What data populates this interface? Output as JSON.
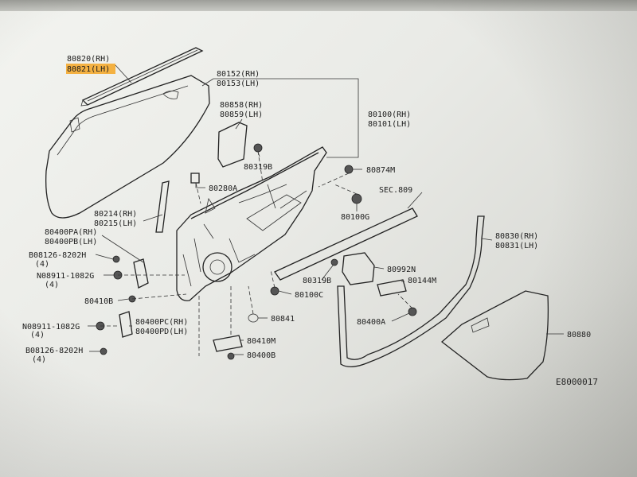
{
  "diagram_code": "E8000017",
  "highlight_color": "#f5a623",
  "labels": {
    "l80820": "80820(RH)",
    "l80821": "80821(LH)",
    "l80152": "80152(RH)",
    "l80153": "80153(LH)",
    "l80858": "80858(RH)",
    "l80859": "80859(LH)",
    "l80100": "80100(RH)",
    "l80101": "80101(LH)",
    "l80319B_a": "80319B",
    "l80874M": "80874M",
    "l80280A": "80280A",
    "lsec809": "SEC.809",
    "l80100G": "80100G",
    "l80214": "80214(RH)",
    "l80215": "80215(LH)",
    "l80830": "80830(RH)",
    "l80831": "80831(LH)",
    "l80400PA": "80400PA(RH)",
    "l80400PB": "80400PB(LH)",
    "l08126_a": "B08126-8202H",
    "l08126_a_q": "(4)",
    "l80992N": "80992N",
    "l08911_a": "N08911-1082G",
    "l08911_a_q": "(4)",
    "l80319B_b": "80319B",
    "l80144M": "80144M",
    "l80100C": "80100C",
    "l80410B": "80410B",
    "l80841": "80841",
    "l80400A": "80400A",
    "l80880": "80880",
    "l08911_b": "N08911-1082G",
    "l08911_b_q": "(4)",
    "l80400PC": "80400PC(RH)",
    "l80400PD": "80400PD(LH)",
    "l80410M": "80410M",
    "l08126_b": "B08126-8202H",
    "l08126_b_q": "(4)",
    "l80400B": "80400B"
  }
}
